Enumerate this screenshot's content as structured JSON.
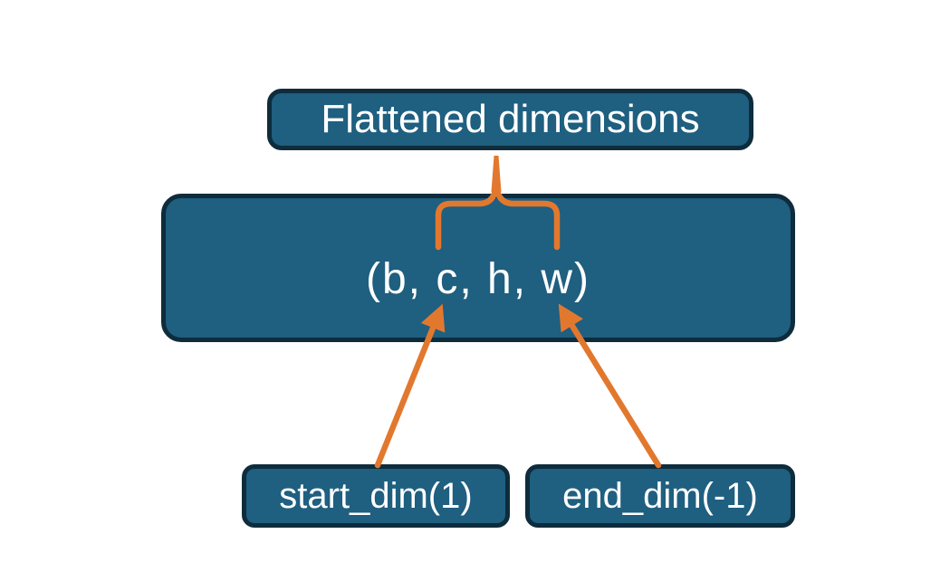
{
  "colors": {
    "box_fill": "#1f5f80",
    "box_border": "#0e2c3c",
    "accent_orange": "#e2782e",
    "text_color": "#ffffff",
    "canvas_bg": "#ffffff"
  },
  "boxes": {
    "title": {
      "label": "Flattened dimensions"
    },
    "tensor": {
      "label": "(b, c, h, w)"
    },
    "start": {
      "label": "start_dim(1)"
    },
    "end": {
      "label": "end_dim(-1)"
    }
  },
  "annotations": {
    "brace": "flattened-range-brace",
    "arrows": [
      "start-dim-arrow",
      "end-dim-arrow"
    ]
  }
}
